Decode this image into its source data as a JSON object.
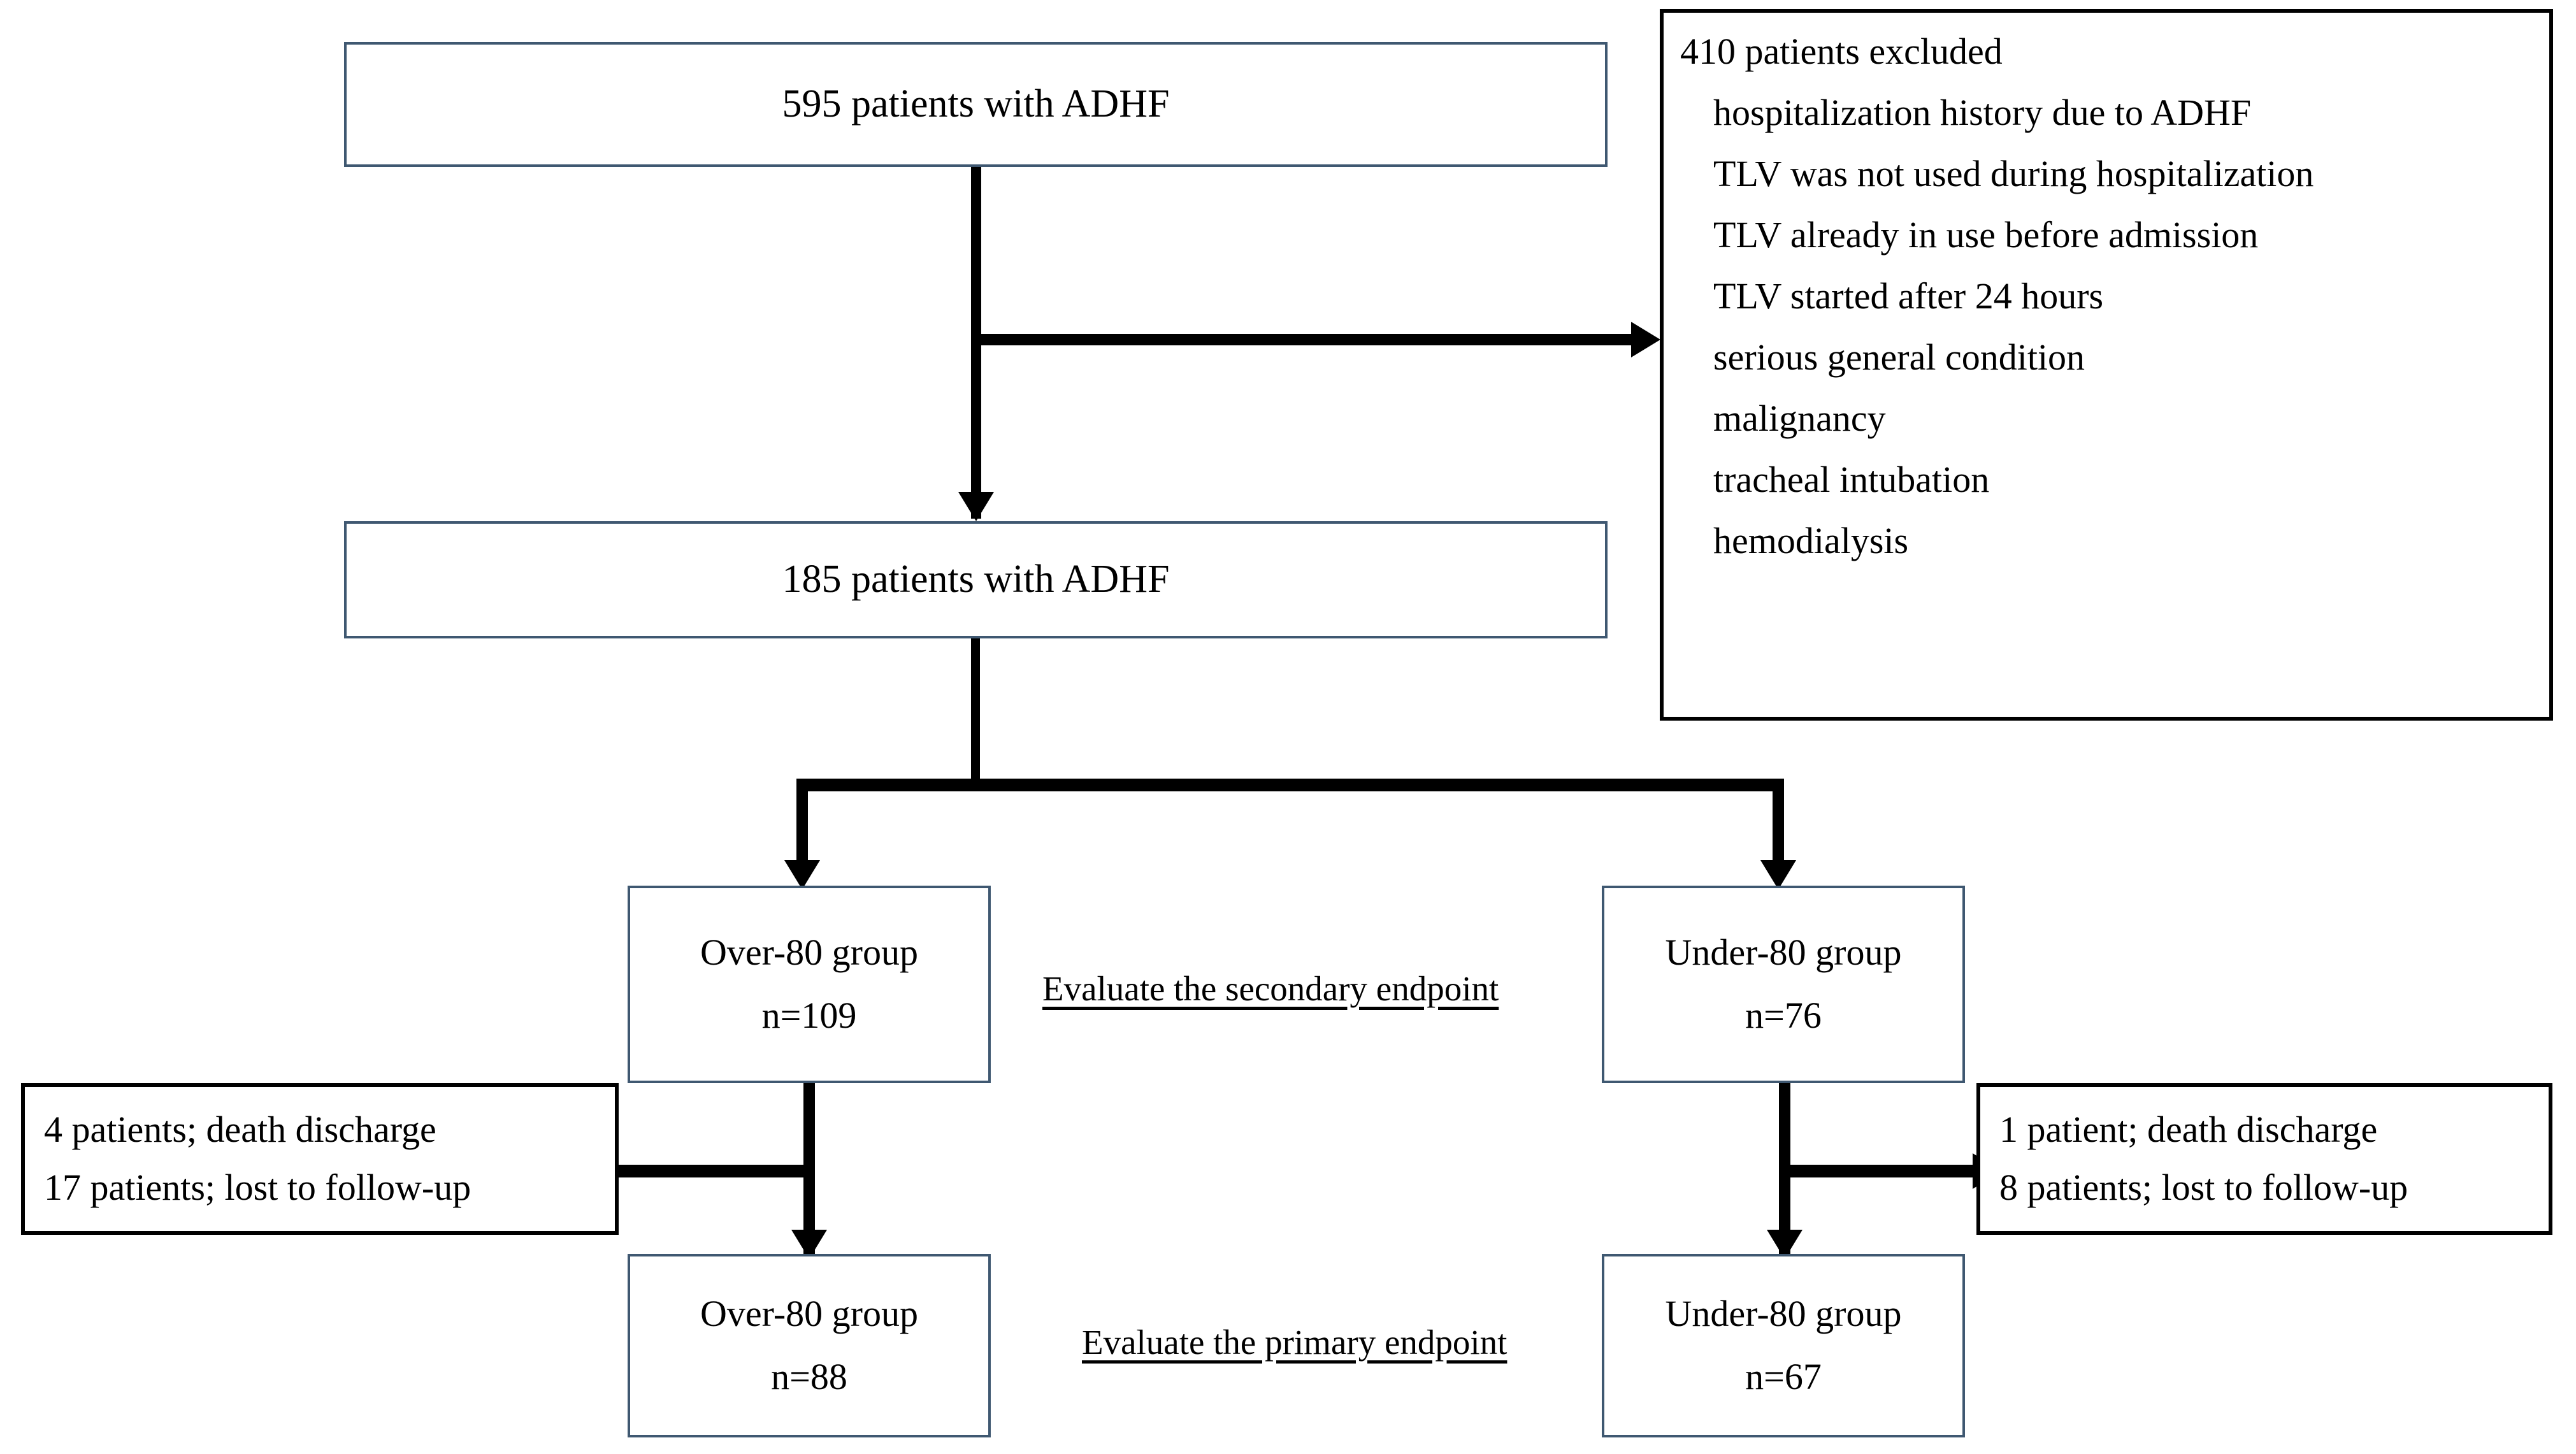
{
  "diagram": {
    "title": "Patient flow diagram (CONSORT-style)",
    "colors": {
      "box_border_blue": "#3f5871",
      "box_border_black": "#000000",
      "connector": "#000000",
      "text": "#000000",
      "background": "#ffffff"
    },
    "nodes": {
      "enrolled": {
        "label": "595 patients with ADHF"
      },
      "included": {
        "label": "185 patients with ADHF"
      },
      "over80_secondary": {
        "label": "Over-80 group",
        "count": "n=109"
      },
      "under80_secondary": {
        "label": "Under-80 group",
        "count": "n=76"
      },
      "over80_primary": {
        "label": "Over-80 group",
        "count": "n=88"
      },
      "under80_primary": {
        "label": "Under-80 group",
        "count": "n=67"
      },
      "over80_losses": {
        "line1": "4 patients; death discharge",
        "line2": "17 patients; lost to follow-up"
      },
      "under80_losses": {
        "line1": "1 patient; death discharge",
        "line2": "8 patients; lost to follow-up"
      },
      "exclusions": {
        "heading": "410 patients excluded",
        "items": [
          "hospitalization history due to ADHF",
          "TLV was not used during hospitalization",
          "TLV already in use before admission",
          "TLV started after 24 hours",
          "serious general condition",
          "malignancy",
          "tracheal intubation",
          "hemodialysis"
        ]
      }
    },
    "annotations": {
      "secondary_endpoint": "Evaluate the secondary endpoint",
      "primary_endpoint": "Evaluate the primary endpoint"
    }
  }
}
